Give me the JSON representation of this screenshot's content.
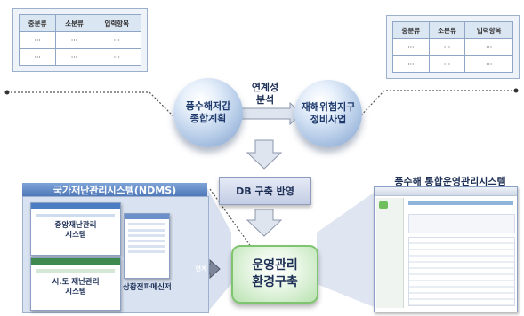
{
  "left_table": {
    "headers": [
      "중분류",
      "소분류",
      "입력항목"
    ],
    "rows": [
      [
        "···",
        "···",
        "···"
      ],
      [
        "···",
        "···",
        "···"
      ]
    ]
  },
  "right_table": {
    "headers": [
      "중분류",
      "소분류",
      "입력항목"
    ],
    "rows": [
      [
        "···",
        "···",
        "···"
      ],
      [
        "···",
        "···",
        "···"
      ]
    ]
  },
  "left_sphere": {
    "line1": "풍수해저감",
    "line2": "종합계획"
  },
  "right_sphere": {
    "line1": "재해위험지구",
    "line2": "정비사업"
  },
  "link_label": {
    "line1": "연계성",
    "line2": "분석"
  },
  "db_box": "DB 구축 반영",
  "ndms": {
    "title": "국가재난관리시스템(NDMS)",
    "central": {
      "line1": "중앙재난관리",
      "line2": "시스템"
    },
    "local": {
      "line1": "시.도 재난관리",
      "line2": "시스템"
    },
    "messenger": "상황전파메신저",
    "link_label": "연계"
  },
  "main_box": {
    "line1": "운영관리",
    "line2": "환경구축"
  },
  "right_system_title": "풍수해 통합운영관리시스템",
  "colors": {
    "sphere": "#b6cce8",
    "main_box_border": "#7fc46f",
    "ndms_title": "#4e78b8"
  }
}
